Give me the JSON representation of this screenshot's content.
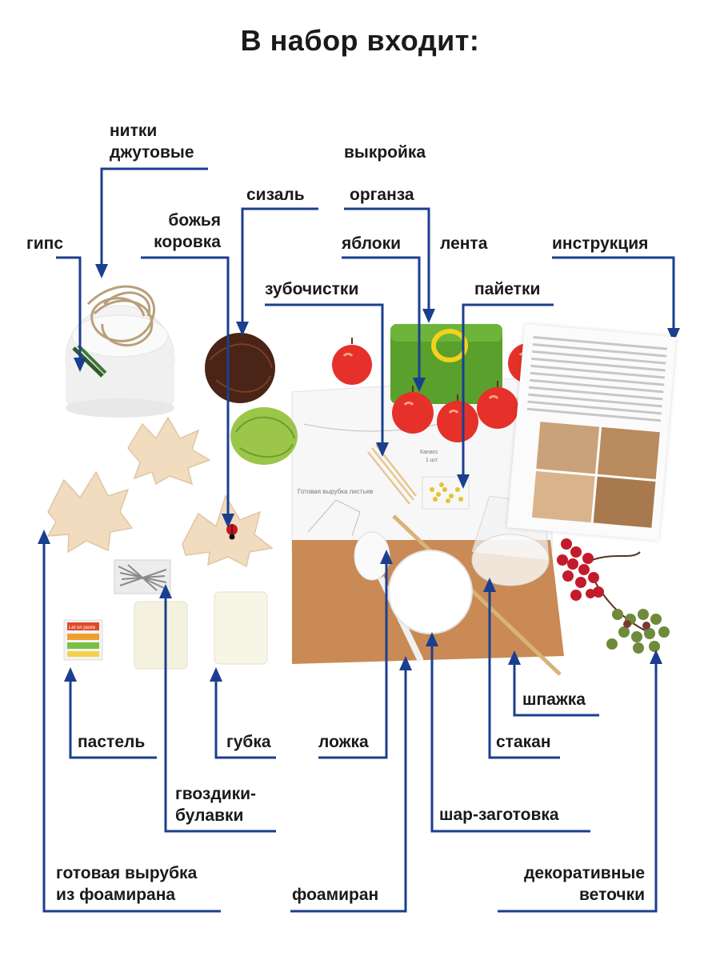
{
  "title": "В набор входит:",
  "labels": {
    "nitki": [
      "нитки",
      "джутовые"
    ],
    "vykroyka": "выкройка",
    "sizal": "сизаль",
    "organza": "органза",
    "bozhya": [
      "божья",
      "коровка"
    ],
    "gips": "гипс",
    "yabloki": "яблоки",
    "lenta": "лента",
    "instruktsiya": "инструкция",
    "zubochistki": "зубочистки",
    "payetki": "пайетки",
    "shpazhka": "шпажка",
    "pastel": "пастель",
    "gubka": "губка",
    "lozhka": "ложка",
    "stakan": "стакан",
    "gvozdiki": [
      "гвоздики-",
      "булавки"
    ],
    "shar": "шар-заготовка",
    "gotovaya": [
      "готовая вырубка",
      "из фоамирана"
    ],
    "foamiran": "фоамиран",
    "dekor": [
      "декоративные",
      "веточки"
    ]
  },
  "items": {
    "sheet_caption": "Готовая вырубка листьев",
    "bag_caption": [
      "Канаго",
      "1 шт."
    ],
    "pastel_text": "Let on paste"
  },
  "colors": {
    "line": "#1b3f8f",
    "apple": "#e5312a",
    "felt": "#5aa02c",
    "foam": "#f1dcc0",
    "kraft": "#c98a55"
  }
}
